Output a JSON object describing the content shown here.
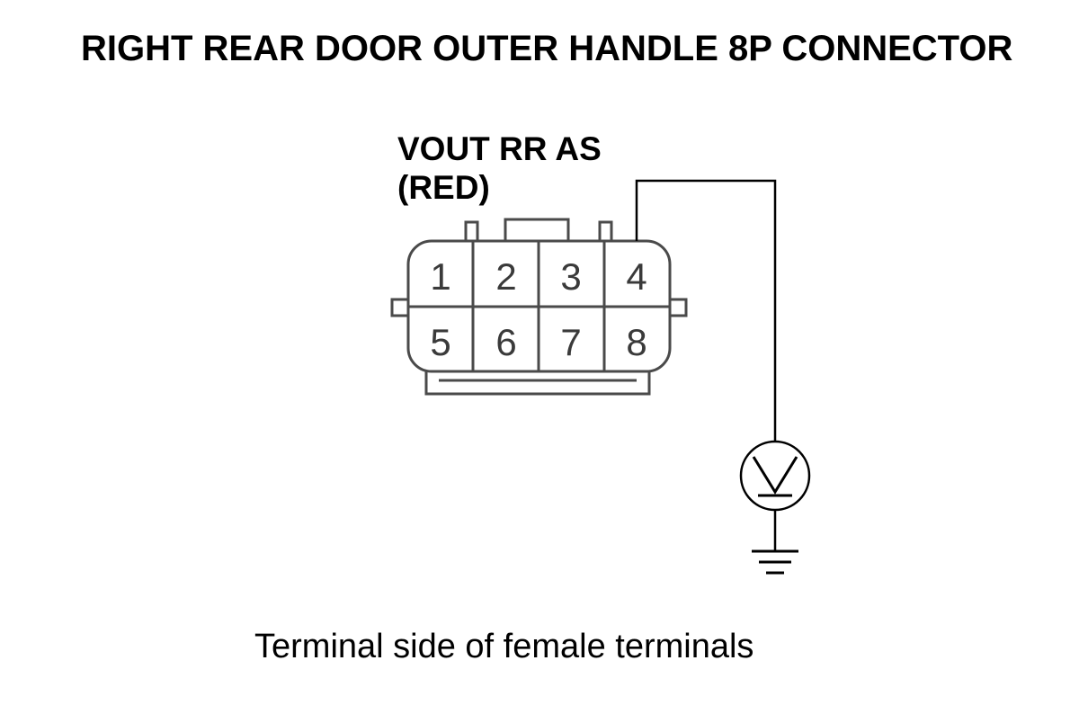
{
  "title": "RIGHT REAR DOOR OUTER HANDLE 8P CONNECTOR",
  "connector": {
    "terminal_name": "VOUT RR AS",
    "wire_color": "(RED)",
    "probed_terminal": "4",
    "pins_top": [
      "1",
      "2",
      "3",
      "4"
    ],
    "pins_bottom": [
      "5",
      "6",
      "7",
      "8"
    ]
  },
  "meter": {
    "icon": "voltmeter-icon",
    "ground_icon": "ground-icon"
  },
  "caption": "Terminal side of female terminals"
}
